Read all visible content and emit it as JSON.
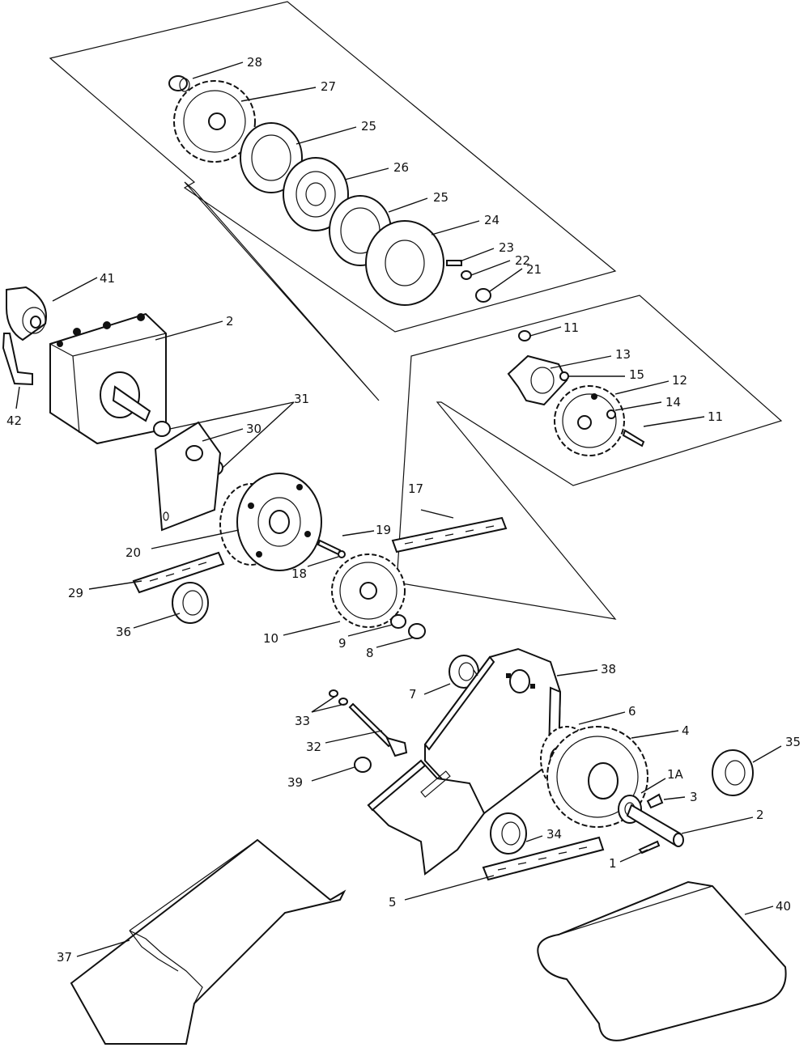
{
  "labels": {
    "l28": "28",
    "l27": "27",
    "l25a": "25",
    "l26": "26",
    "l25b": "25",
    "l24": "24",
    "l23": "23",
    "l22": "22",
    "l21": "21",
    "l41": "41",
    "l2a": "2",
    "l42": "42",
    "l11a": "11",
    "l13": "13",
    "l15": "15",
    "l12": "12",
    "l14": "14",
    "l11b": "11",
    "l31": "31",
    "l30": "30",
    "l17": "17",
    "l19": "19",
    "l20": "20",
    "l18": "18",
    "l29": "29",
    "l36": "36",
    "l10": "10",
    "l9": "9",
    "l8": "8",
    "l38": "38",
    "l7": "7",
    "l6": "6",
    "l33": "33",
    "l4": "4",
    "l32": "32",
    "l35": "35",
    "l1A": "1A",
    "l3": "3",
    "l39": "39",
    "l2b": "2",
    "l34": "34",
    "l1": "1",
    "l5": "5",
    "l40": "40",
    "l37": "37"
  }
}
